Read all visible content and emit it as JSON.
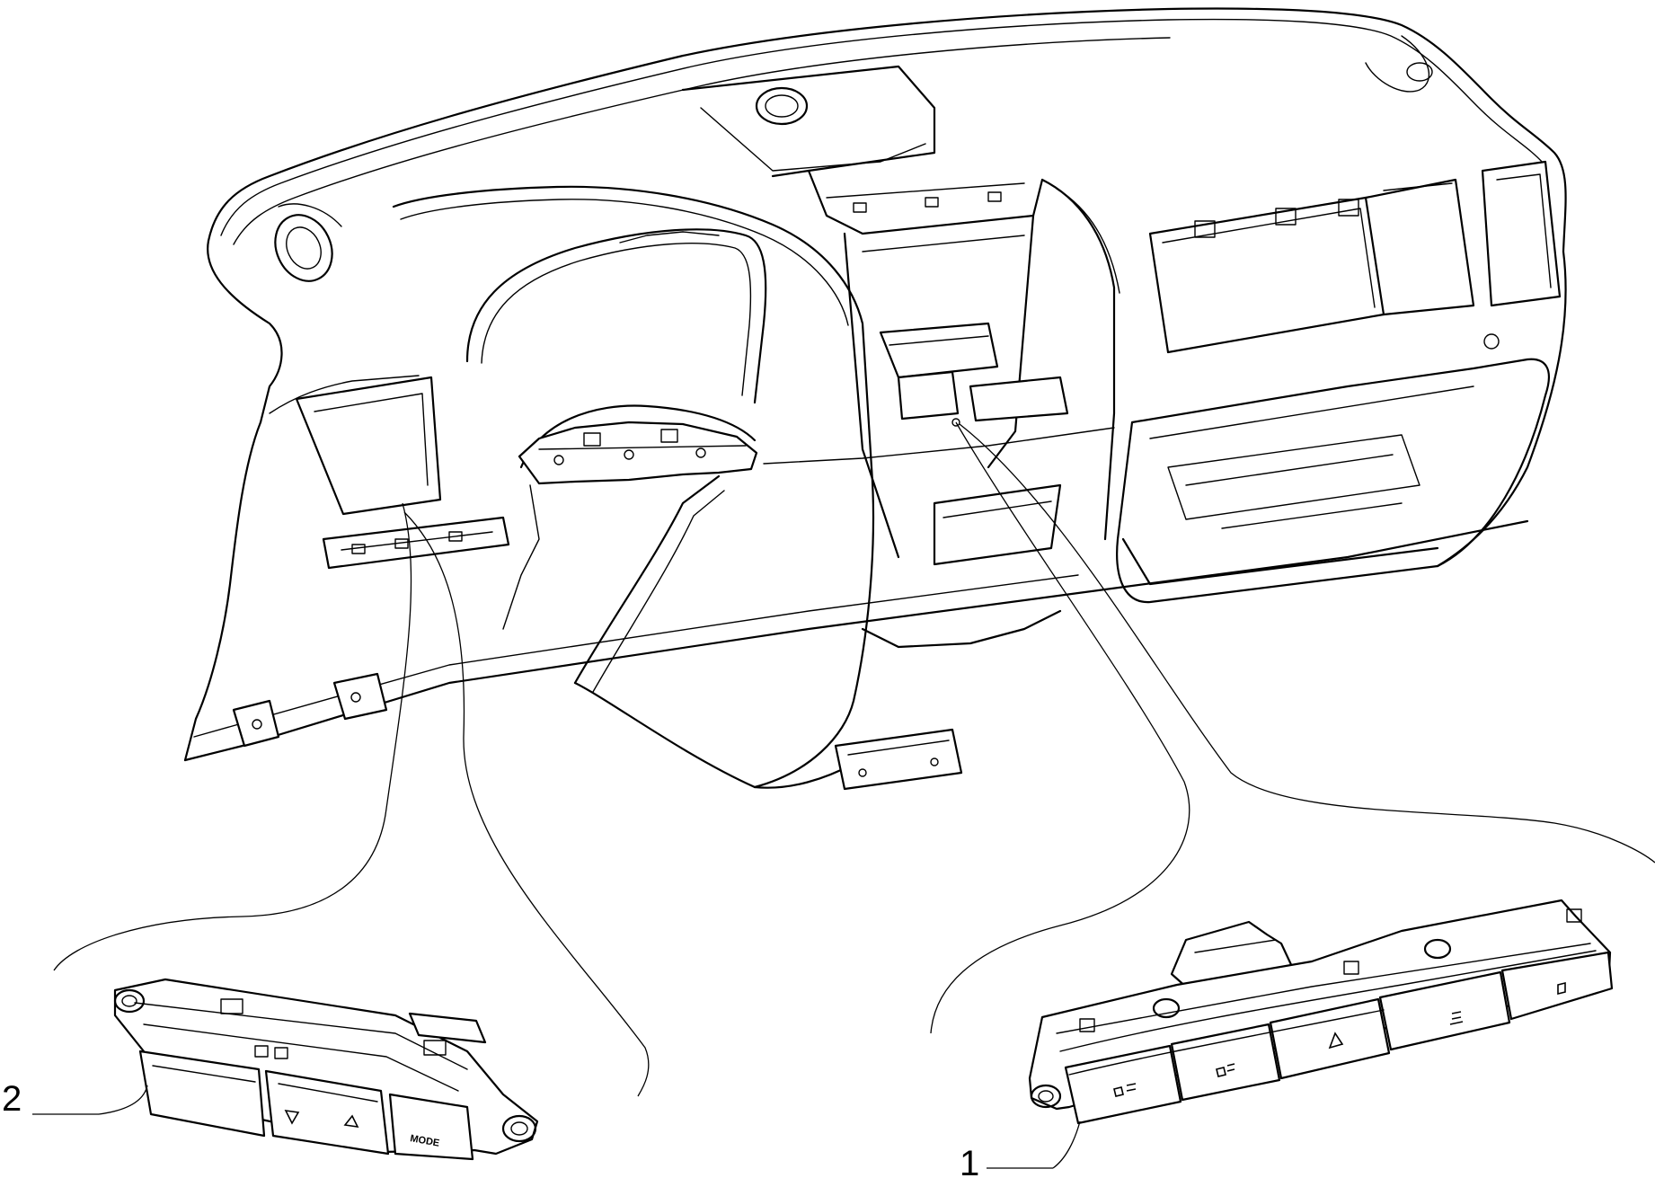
{
  "callouts": [
    {
      "id": "1",
      "label": "1"
    },
    {
      "id": "2",
      "label": "2"
    }
  ],
  "button_marks": {
    "part2_mode_label": "MODE"
  },
  "colors": {
    "line": "#000000",
    "background": "#ffffff"
  }
}
